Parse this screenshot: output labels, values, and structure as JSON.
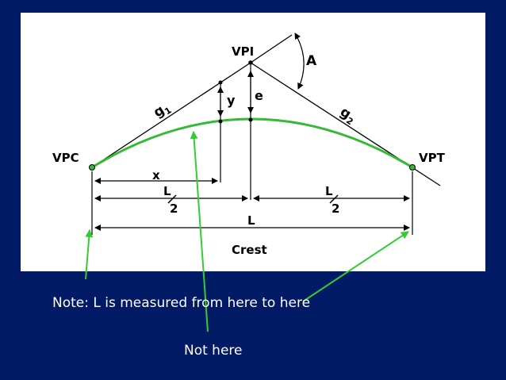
{
  "diagram": {
    "background_color": "#ffffff",
    "curve_color": "#33bb33",
    "pointer_color": "#33cc33",
    "slide_background": "#001a66",
    "labels": {
      "vpi": "VPI",
      "vpc": "VPC",
      "vpt": "VPT",
      "angle": "A",
      "g1": "g",
      "g1_sub": "1",
      "g2": "g",
      "g2_sub": "2",
      "y": "y",
      "e": "e",
      "x": "x",
      "half_l_left_num": "L",
      "half_l_left_den": "2",
      "half_l_right_num": "L",
      "half_l_right_den": "2",
      "l": "L",
      "crest": "Crest"
    }
  },
  "captions": {
    "note": "Note: L is measured from here to here",
    "not_here": "Not here"
  }
}
